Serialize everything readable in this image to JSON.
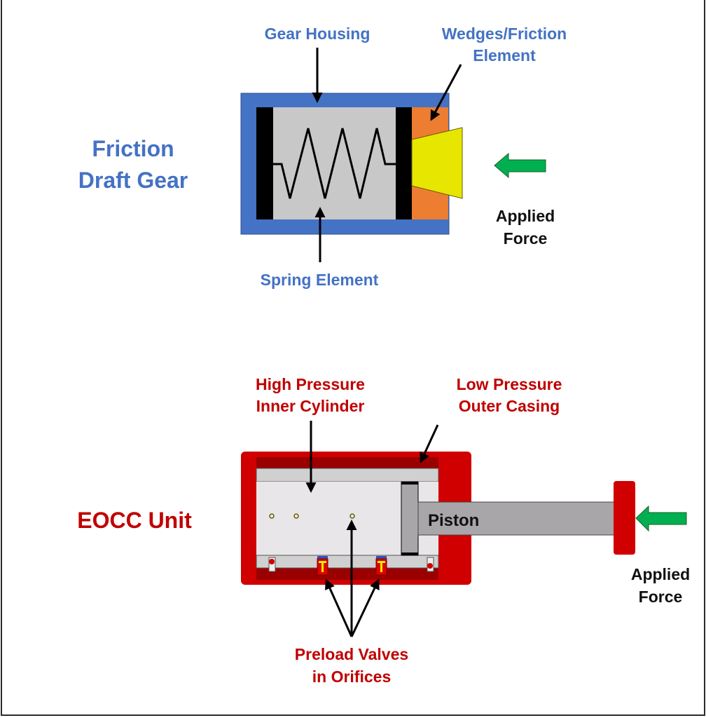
{
  "colors": {
    "blue_text": "#4472C4",
    "red_text": "#C00000",
    "housing_blue": "#4472C4",
    "spring_gray": "#C8C8C8",
    "plate_black": "#000000",
    "wedge_orange": "#ED7D31",
    "wedge_yellow": "#E6E600",
    "force_green": "#00B050",
    "casing_red": "#D10000",
    "inner_dark_red": "#9A0000",
    "cylinder_light": "#E8E6E8",
    "strip_gray": "#D0D0D0",
    "piston_gray": "#A8A6A8"
  },
  "friction_draft_gear": {
    "title_line1": "Friction",
    "title_line2": "Draft Gear",
    "gear_housing_label": "Gear Housing",
    "wedges_label_line1": "Wedges/Friction",
    "wedges_label_line2": "Element",
    "spring_label": "Spring Element",
    "applied_force_line1": "Applied",
    "applied_force_line2": "Force"
  },
  "eocc_unit": {
    "title": "EOCC Unit",
    "high_pressure_line1": "High Pressure",
    "high_pressure_line2": "Inner Cylinder",
    "low_pressure_line1": "Low Pressure",
    "low_pressure_line2": "Outer Casing",
    "piston_label": "Piston",
    "preload_line1": "Preload Valves",
    "preload_line2": "in Orifices",
    "applied_force_line1": "Applied",
    "applied_force_line2": "Force"
  }
}
